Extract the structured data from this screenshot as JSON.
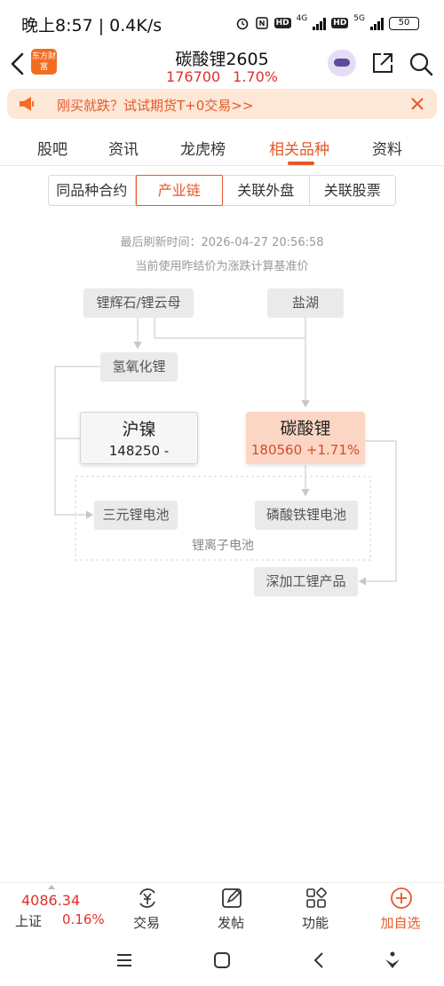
{
  "status_bar": {
    "time_net": "晚上8:57 | 0.4K/s",
    "hd1": "HD",
    "net1": "4G",
    "hd2": "HD",
    "net2": "5G",
    "battery": "50"
  },
  "header": {
    "logo": "东方财富",
    "title": "碳酸锂2605",
    "price": "176700",
    "change_pct": "1.70%"
  },
  "banner": {
    "text": "刚买就跌？试试期货T+0交易>>"
  },
  "main_tabs": [
    "股吧",
    "资讯",
    "龙虎榜",
    "相关品种",
    "资料"
  ],
  "sub_tabs": [
    "同品种合约",
    "产业链",
    "关联外盘",
    "关联股票"
  ],
  "refresh": {
    "time_line": "最后刷新时间：2026-04-27 20:56:58",
    "note_line": "当前使用昨结价为涨跌计算基准价"
  },
  "chain": {
    "ore": "锂辉石/锂云母",
    "salt_lake": "盐湖",
    "hydroxide": "氢氧化锂",
    "nickel_name": "沪镍",
    "nickel_value": "148250 -",
    "lithium_name": "碳酸锂",
    "lithium_value": "180560 +1.71%",
    "ternary": "三元锂电池",
    "lfp": "磷酸铁锂电池",
    "group": "锂离子电池",
    "deep": "深加工锂产品"
  },
  "bottom_bar": {
    "index_value": "4086.34",
    "index_name": "上证",
    "index_pct": "0.16%",
    "items": [
      "交易",
      "发帖",
      "功能",
      "加自选"
    ]
  },
  "colors": {
    "accent": "#e5582a",
    "rise": "#e0312c",
    "banner_bg": "#fde7d6",
    "highlight_node": "#fcd6c4"
  }
}
